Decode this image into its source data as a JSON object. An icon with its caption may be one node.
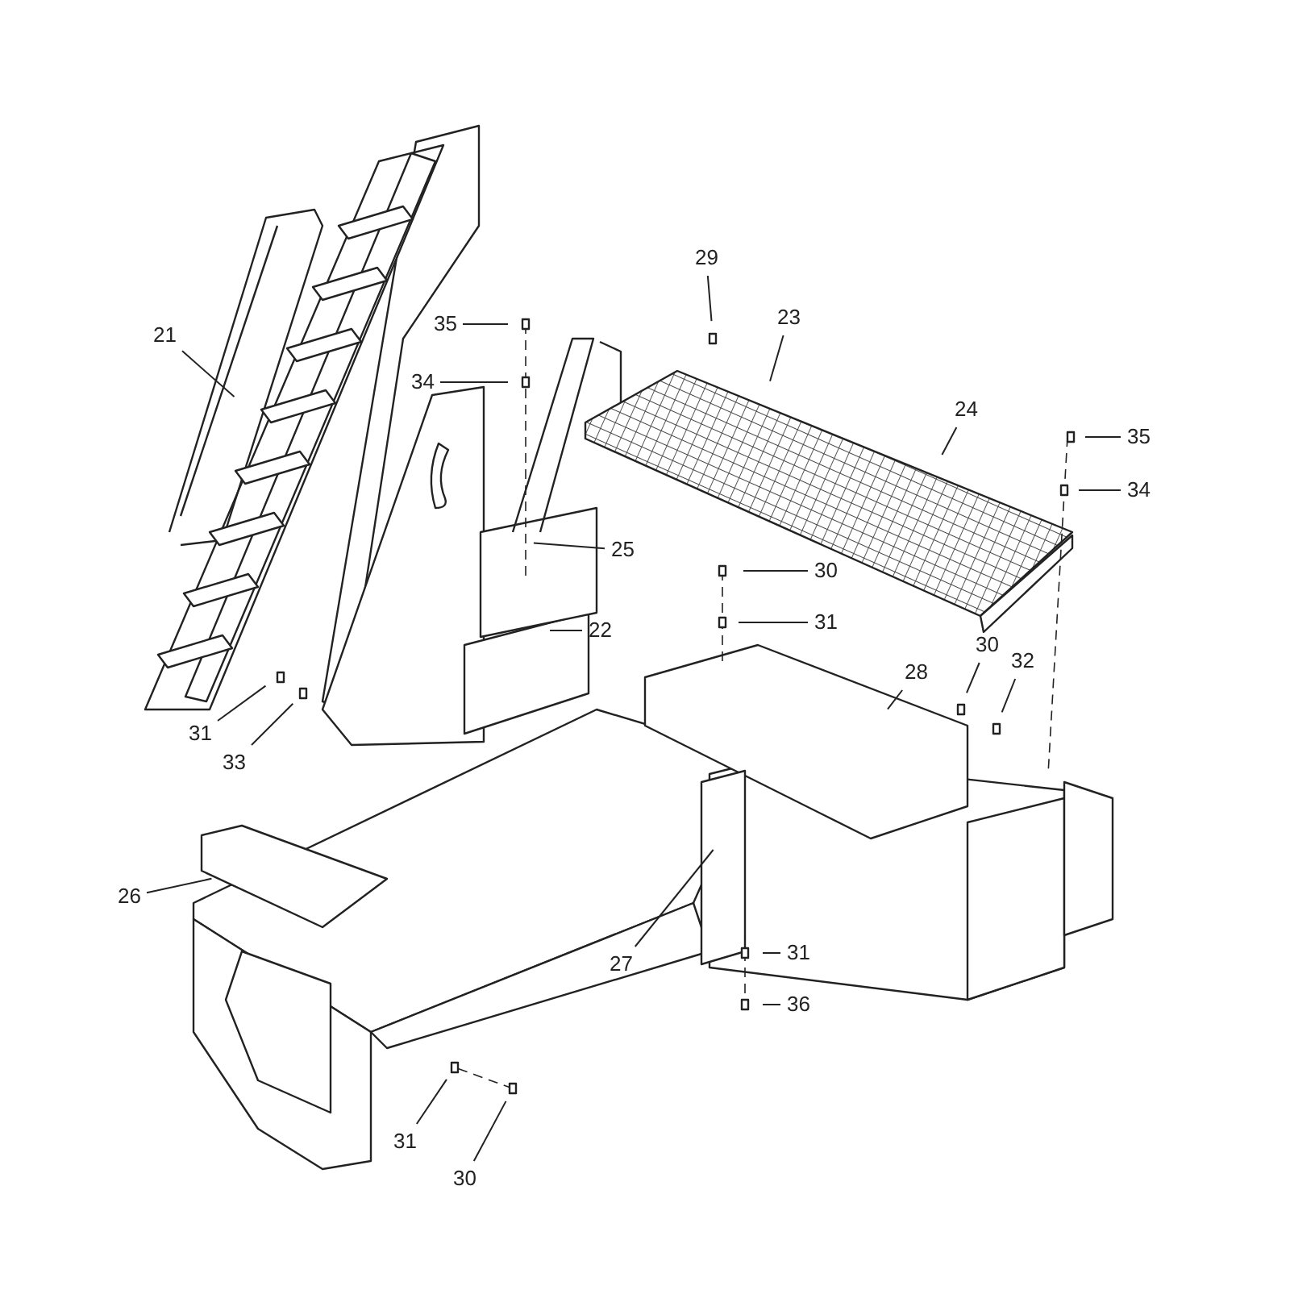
{
  "diagram": {
    "nodes": [
      {
        "text": [
          "29"
        ]
      },
      {
        "text": [
          "23"
        ]
      },
      {
        "text": [
          "21"
        ]
      },
      {
        "text": [
          "35"
        ]
      },
      {
        "text": [
          "34"
        ]
      },
      {
        "text": [
          "24"
        ]
      },
      {
        "text": [
          "35"
        ]
      },
      {
        "text": [
          "34"
        ]
      },
      {
        "text": [
          "25"
        ]
      },
      {
        "text": [
          "30"
        ]
      },
      {
        "text": [
          "22"
        ]
      },
      {
        "text": [
          "31"
        ]
      },
      {
        "text": [
          "30"
        ]
      },
      {
        "text": [
          "32"
        ]
      },
      {
        "text": [
          "28"
        ]
      },
      {
        "text": [
          "31"
        ]
      },
      {
        "text": [
          "33"
        ]
      },
      {
        "text": [
          "26"
        ]
      },
      {
        "text": [
          "27"
        ]
      },
      {
        "text": [
          "31"
        ]
      },
      {
        "text": [
          "36"
        ]
      },
      {
        "text": [
          "31"
        ]
      },
      {
        "text": [
          "30"
        ]
      }
    ],
    "edges": [
      {
        "from": 0,
        "to": null,
        "arrow": "none"
      },
      {
        "from": 1,
        "to": null,
        "arrow": "none"
      },
      {
        "from": 2,
        "to": null,
        "arrow": "none"
      },
      {
        "from": 3,
        "to": null,
        "arrow": "none"
      },
      {
        "from": 4,
        "to": null,
        "arrow": "none"
      },
      {
        "from": 5,
        "to": null,
        "arrow": "none"
      },
      {
        "from": 6,
        "to": null,
        "arrow": "none"
      },
      {
        "from": 7,
        "to": null,
        "arrow": "none"
      },
      {
        "from": 8,
        "to": null,
        "arrow": "none"
      },
      {
        "from": 9,
        "to": null,
        "arrow": "none"
      },
      {
        "from": 10,
        "to": null,
        "arrow": "none"
      },
      {
        "from": 11,
        "to": null,
        "arrow": "none"
      },
      {
        "from": 12,
        "to": null,
        "arrow": "none"
      },
      {
        "from": 13,
        "to": null,
        "arrow": "none"
      },
      {
        "from": 14,
        "to": null,
        "arrow": "none"
      },
      {
        "from": 15,
        "to": null,
        "arrow": "none"
      },
      {
        "from": 16,
        "to": null,
        "arrow": "none"
      },
      {
        "from": 17,
        "to": null,
        "arrow": "none"
      },
      {
        "from": 18,
        "to": null,
        "arrow": "none"
      },
      {
        "from": 19,
        "to": null,
        "arrow": "none"
      },
      {
        "from": 20,
        "to": null,
        "arrow": "none"
      },
      {
        "from": 21,
        "to": null,
        "arrow": "none"
      },
      {
        "from": 22,
        "to": null,
        "arrow": "none"
      }
    ]
  }
}
